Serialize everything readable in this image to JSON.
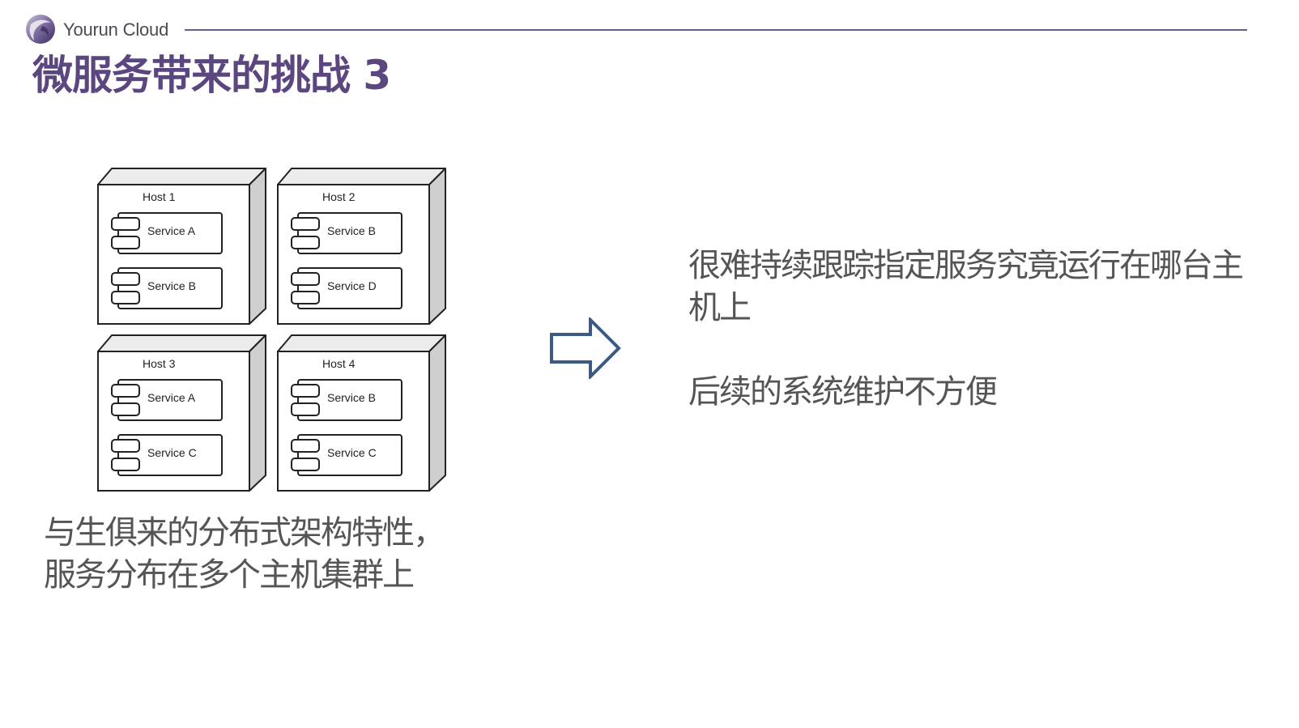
{
  "brand": {
    "logo_text": "Yourun Cloud",
    "accent_color": "#5b4680",
    "rule_color": "#6a5a8e"
  },
  "slide": {
    "title": "微服务带来的挑战 3"
  },
  "diagram": {
    "hosts": [
      {
        "label": "Host 1",
        "services": [
          "Service A",
          "Service B"
        ]
      },
      {
        "label": "Host 2",
        "services": [
          "Service B",
          "Service D"
        ]
      },
      {
        "label": "Host 3",
        "services": [
          "Service A",
          "Service C"
        ]
      },
      {
        "label": "Host 4",
        "services": [
          "Service B",
          "Service C"
        ]
      }
    ]
  },
  "caption": {
    "line1": "与生俱来的分布式架构特性，",
    "line2": "服务分布在多个主机集群上"
  },
  "arrow": {
    "icon": "right-arrow-icon",
    "color": "#3d5a85"
  },
  "points": [
    "很难持续跟踪指定服务究竟运行在哪台主机上",
    "后续的系统维护不方便"
  ]
}
